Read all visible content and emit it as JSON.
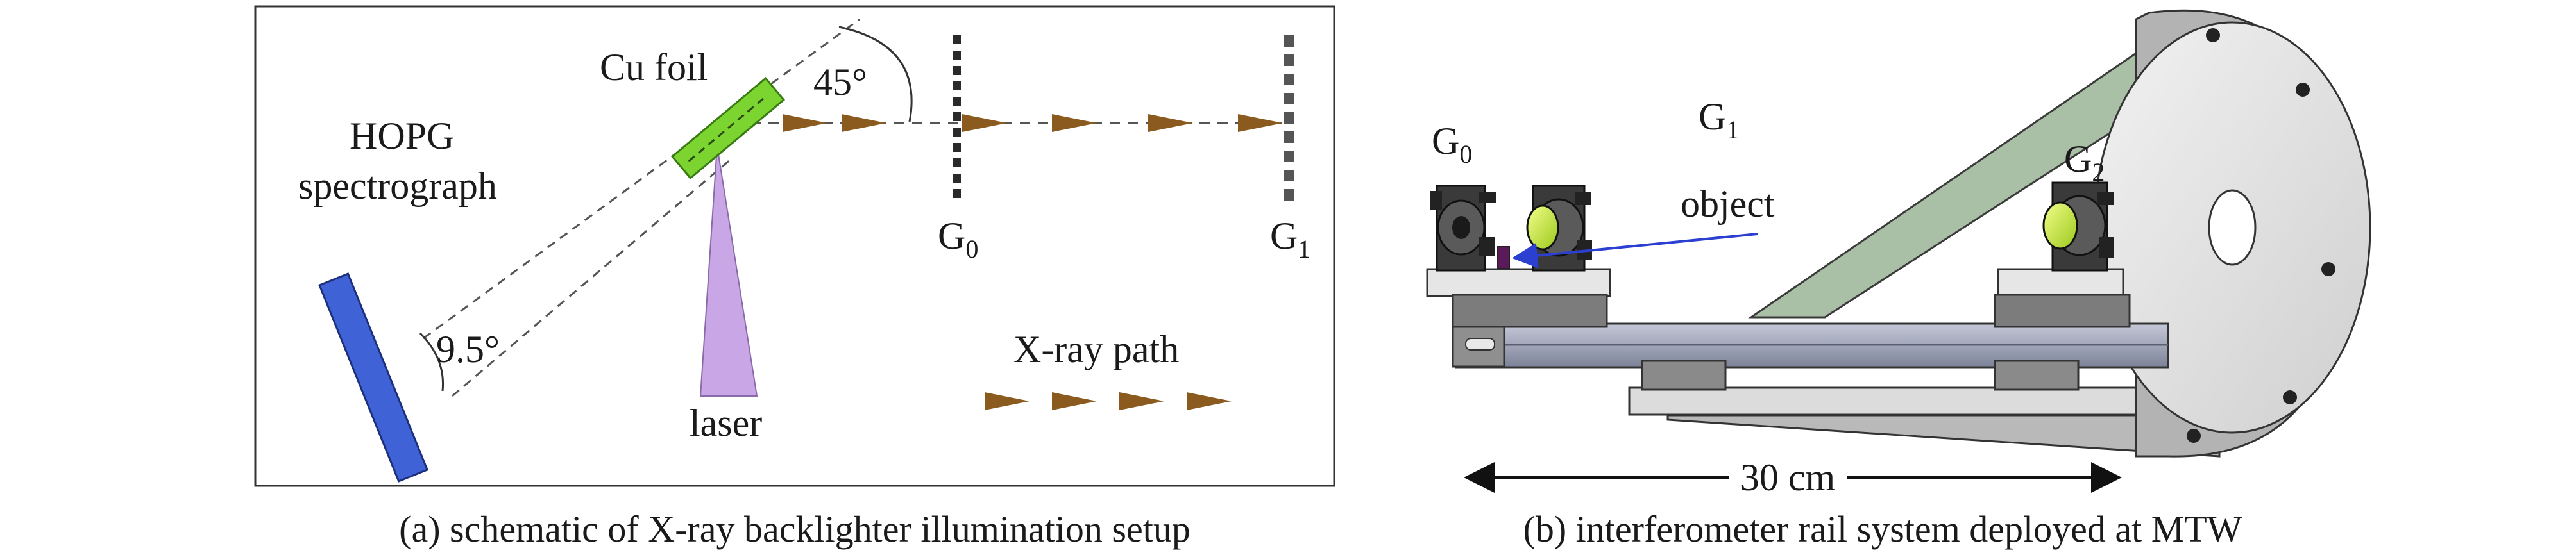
{
  "panel_a": {
    "labels": {
      "hopg_line1": "HOPG",
      "hopg_line2": "spectrograph",
      "cu_foil": "Cu foil",
      "angle_45": "45°",
      "angle_95": "9.5°",
      "laser": "laser",
      "g0_letter": "G",
      "g0_sub": "0",
      "g1_letter": "G",
      "g1_sub": "1",
      "xray_path": "X-ray path"
    },
    "caption": "(a) schematic of  X-ray backlighter illumination setup",
    "colors": {
      "hopg": "#3f63d6",
      "cu_foil": "#7bd430",
      "laser": "#c9a6e6",
      "xray_arrow": "#8a5a1f",
      "grating": "#2a2a2a"
    }
  },
  "panel_b": {
    "labels": {
      "g0_letter": "G",
      "g0_sub": "0",
      "g1_letter": "G",
      "g1_sub": "1",
      "g2_letter": "G",
      "g2_sub": "2",
      "object": "object",
      "dimension": "30 cm"
    },
    "caption": "(b) interferometer rail system deployed at MTW",
    "colors": {
      "brace": "#a9bfa6",
      "rail": "#9ea4b8",
      "lens": "#d7f23a",
      "body_gray": "#c8c8c8",
      "arrow_blue": "#2b3fd0",
      "object": "#5a1a5a"
    }
  }
}
